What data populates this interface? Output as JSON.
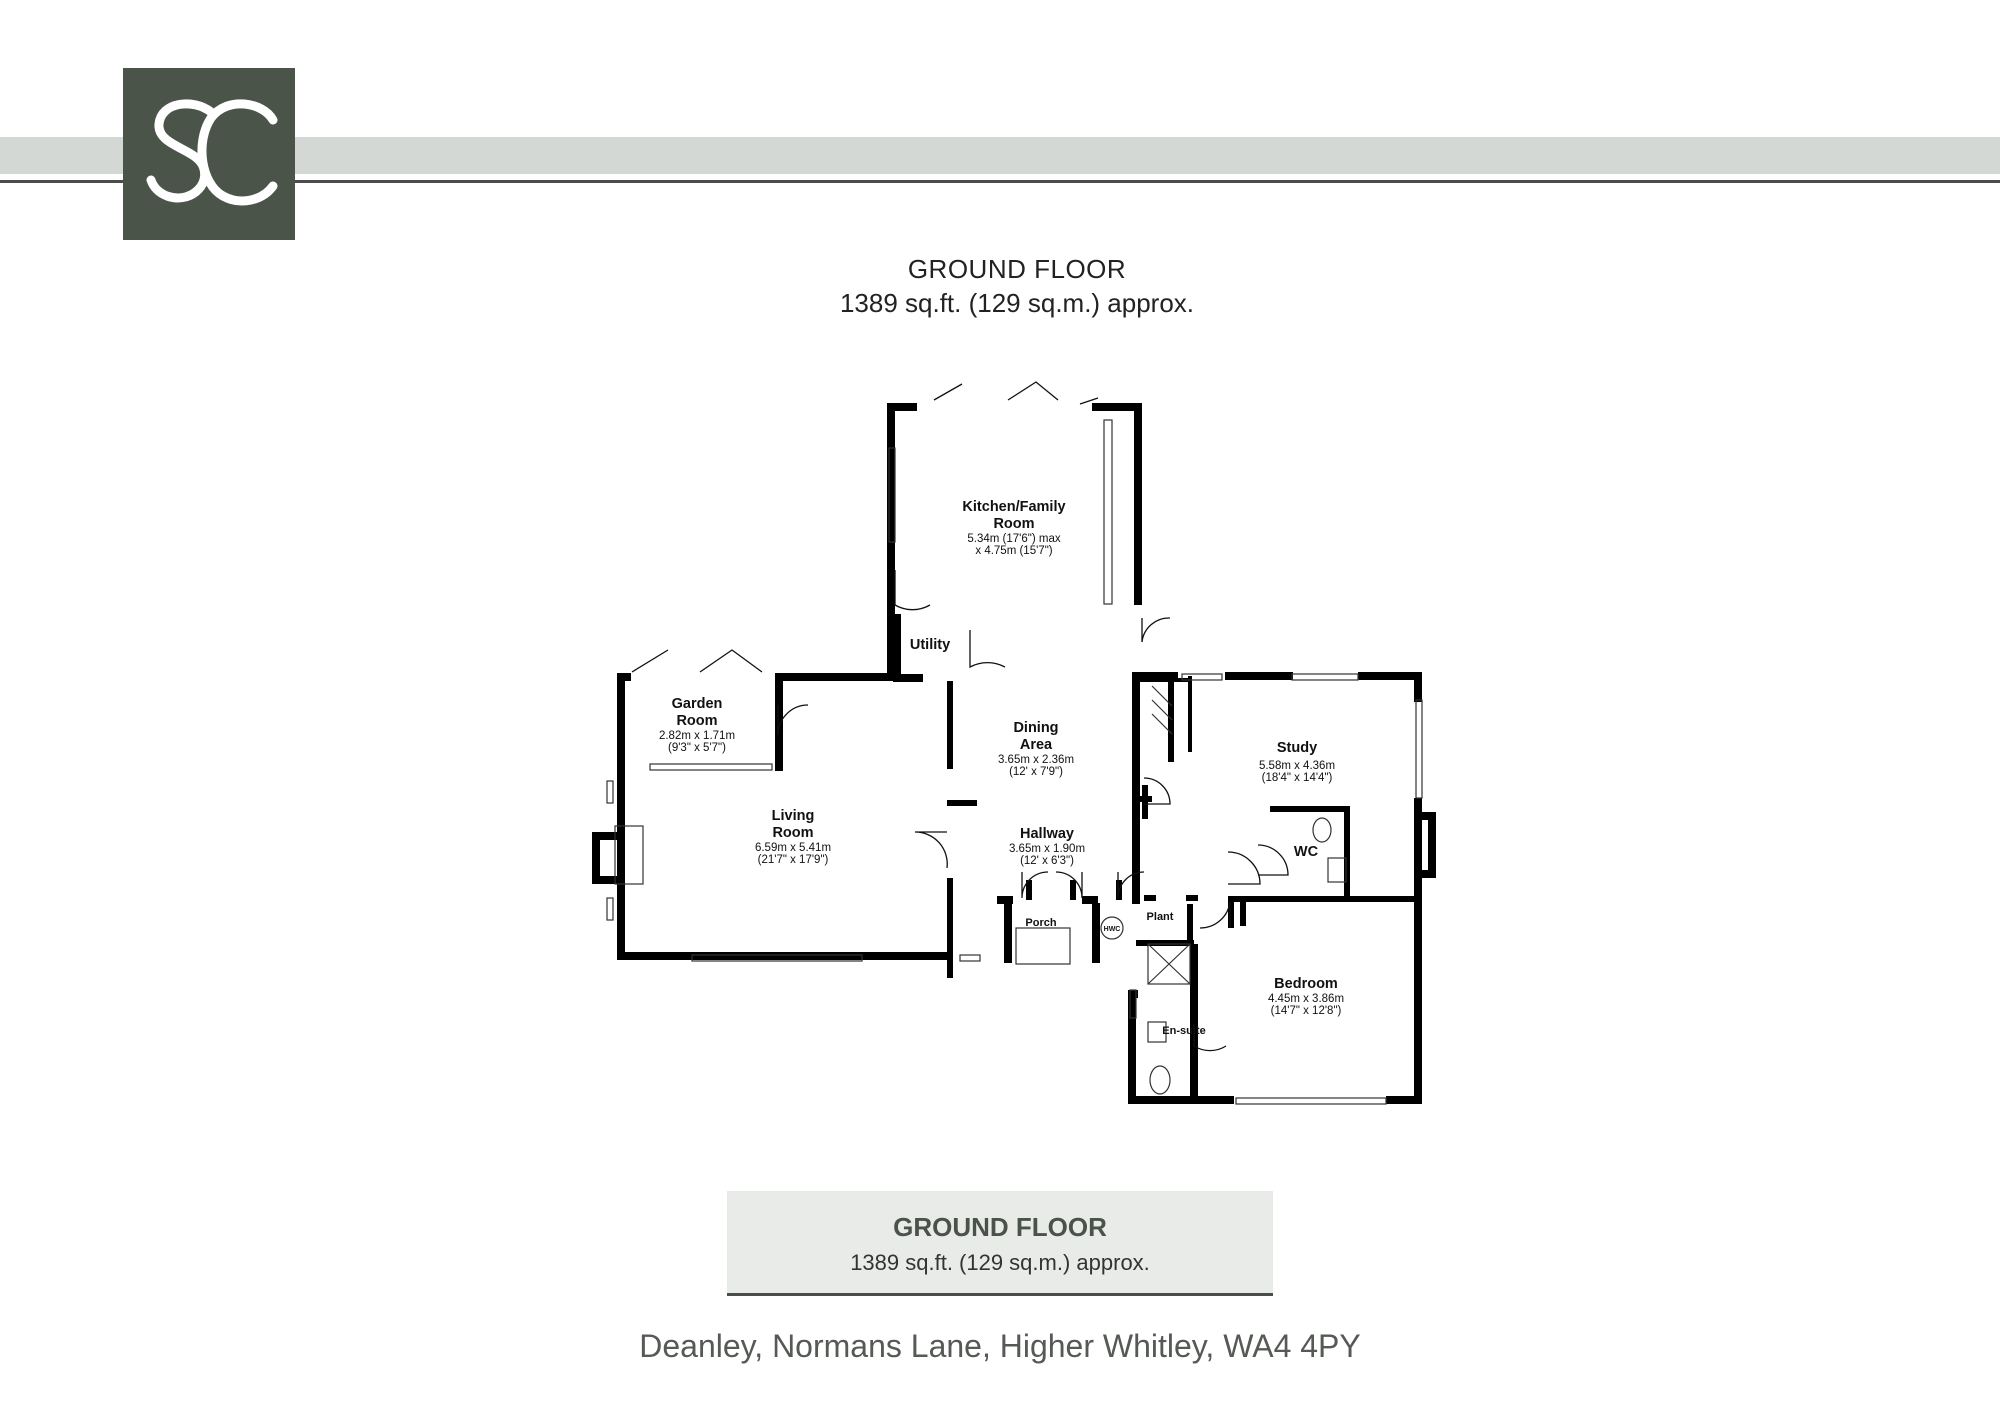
{
  "brand": {
    "logo_text": "SC",
    "logo_color": "#4a5449",
    "band_color": "#d4d8d4",
    "line_color": "#4a4e4a"
  },
  "header": {
    "title": "GROUND FLOOR",
    "area": "1389 sq.ft. (129 sq.m.) approx."
  },
  "rooms": {
    "kitchen": {
      "name_1": "Kitchen/Family",
      "name_2": "Room",
      "dim_1": "5.34m (17'6\") max",
      "dim_2": "x 4.75m (15'7\")"
    },
    "utility": {
      "name": "Utility"
    },
    "garden": {
      "name_1": "Garden",
      "name_2": "Room",
      "dim_1": "2.82m x 1.71m",
      "dim_2": "(9'3\" x 5'7\")"
    },
    "dining": {
      "name_1": "Dining",
      "name_2": "Area",
      "dim_1": "3.65m x 2.36m",
      "dim_2": "(12' x 7'9\")"
    },
    "living": {
      "name_1": "Living",
      "name_2": "Room",
      "dim_1": "6.59m x 5.41m",
      "dim_2": "(21'7\" x 17'9\")"
    },
    "hallway": {
      "name": "Hallway",
      "dim_1": "3.65m x 1.90m",
      "dim_2": "(12' x 6'3\")"
    },
    "study": {
      "name": "Study",
      "dim_1": "5.58m x 4.36m",
      "dim_2": "(18'4\" x 14'4\")"
    },
    "wc": {
      "name": "WC"
    },
    "porch": {
      "name": "Porch"
    },
    "hwc": {
      "name": "HWC"
    },
    "plant": {
      "name": "Plant"
    },
    "bedroom": {
      "name": "Bedroom",
      "dim_1": "4.45m x 3.86m",
      "dim_2": "(14'7\" x 12'8\")"
    },
    "ensuite": {
      "name": "En-suite"
    }
  },
  "footer": {
    "title": "GROUND FLOOR",
    "area": "1389 sq.ft. (129 sq.m.) approx.",
    "address": "Deanley, Normans Lane, Higher Whitley, WA4 4PY"
  }
}
